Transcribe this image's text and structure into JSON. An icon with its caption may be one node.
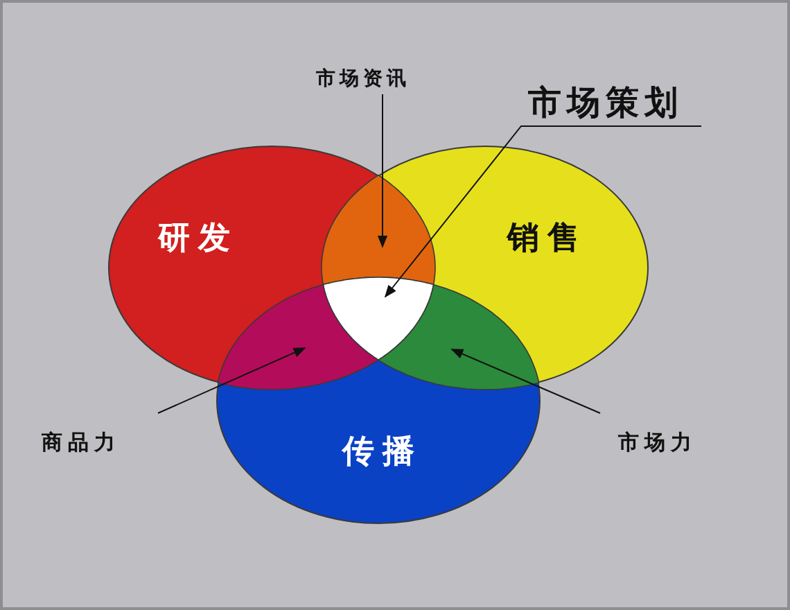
{
  "diagram": {
    "nodes": [
      {
        "text": [
          "研发"
        ]
      },
      {
        "text": [
          "销售"
        ]
      },
      {
        "text": [
          "传播"
        ]
      },
      {
        "text": [
          "市场资讯"
        ]
      },
      {
        "text": [
          "市场策划"
        ]
      },
      {
        "text": [
          "商品力"
        ]
      },
      {
        "text": [
          "市场力"
        ]
      },
      {
        "text": [],
        "shape": "lens"
      },
      {
        "text": [],
        "shape": "triangle"
      },
      {
        "text": [],
        "shape": "lens"
      },
      {
        "text": [],
        "shape": "lens"
      }
    ],
    "edges": [
      {
        "from": 3,
        "to": 7,
        "arrow": "to"
      },
      {
        "from": 4,
        "to": 8,
        "arrow": "to"
      },
      {
        "from": 5,
        "to": 9,
        "arrow": "to"
      },
      {
        "from": 6,
        "to": 10,
        "arrow": "to"
      }
    ]
  }
}
